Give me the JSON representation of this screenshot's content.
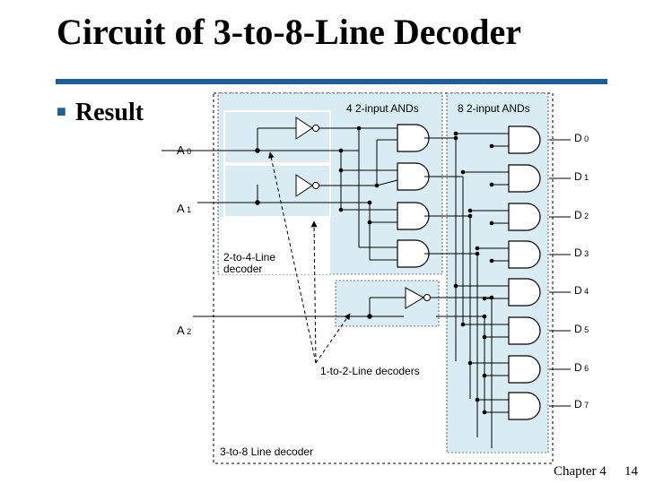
{
  "slide": {
    "title": "Circuit of 3-to-8-Line Decoder",
    "bullet": "Result",
    "footer_chapter": "Chapter 4",
    "footer_page": "14"
  },
  "diagram": {
    "header_4and": "4 2-input ANDs",
    "header_8and": "8 2-input ANDs",
    "inputs": [
      {
        "main": "A",
        "sub": "0"
      },
      {
        "main": "A",
        "sub": "1"
      },
      {
        "main": "A",
        "sub": "2"
      }
    ],
    "outputs": [
      {
        "main": "D",
        "sub": "0"
      },
      {
        "main": "D",
        "sub": "1"
      },
      {
        "main": "D",
        "sub": "2"
      },
      {
        "main": "D",
        "sub": "3"
      },
      {
        "main": "D",
        "sub": "4"
      },
      {
        "main": "D",
        "sub": "5"
      },
      {
        "main": "D",
        "sub": "6"
      },
      {
        "main": "D",
        "sub": "7"
      }
    ],
    "label_2to4_line1": "2-to-4-Line",
    "label_2to4_line2": "decoder",
    "label_1to2": "1-to-2-Line decoders",
    "label_3to8": "3-to-8 Line decoder",
    "colors": {
      "shade": "#daecf3",
      "rule": "#1f5f99"
    }
  }
}
